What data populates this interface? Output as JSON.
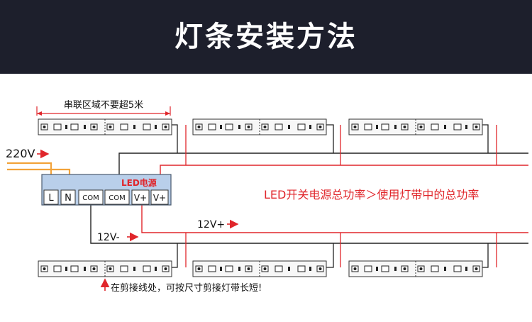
{
  "title": "灯条安装方法",
  "labels": {
    "series_limit": "串联区域不要超5米",
    "ac_input": "220V",
    "psu_name": "LED电源",
    "power_rule": "LED开关电源总功率＞使用灯带中的总功率",
    "v_minus": "12V-",
    "v_plus": "12V+",
    "cut_note": "在剪接线处，可按尺寸剪接灯带长短!"
  },
  "terminals": [
    "L",
    "N",
    "COM",
    "COM",
    "V+",
    "V+"
  ],
  "colors": {
    "banner_bg": "#1d1f2c",
    "wire_red": "#e0262b",
    "wire_black": "#222222",
    "wire_orange": "#f2a33a",
    "psu_fill": "#b9cfea",
    "strip_fill": "#f7f7f7"
  }
}
